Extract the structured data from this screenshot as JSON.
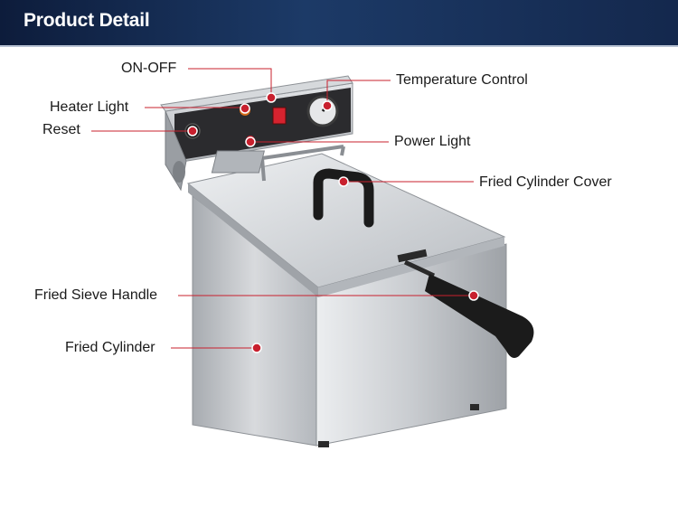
{
  "header": {
    "title": "Product Detail"
  },
  "labels": {
    "on_off": "ON-OFF",
    "heater_light": "Heater Light",
    "reset": "Reset",
    "temperature_control": "Temperature Control",
    "power_light": "Power Light",
    "fried_cylinder_cover": "Fried Cylinder Cover",
    "fried_sieve_handle": "Fried Sieve Handle",
    "fried_cylinder": "Fried Cylinder"
  },
  "colors": {
    "header": "#1c3a67",
    "leader_line": "#c8202e",
    "marker": "#c8202e",
    "steel": "#c9ccd0",
    "handle": "#1b1b1b"
  }
}
